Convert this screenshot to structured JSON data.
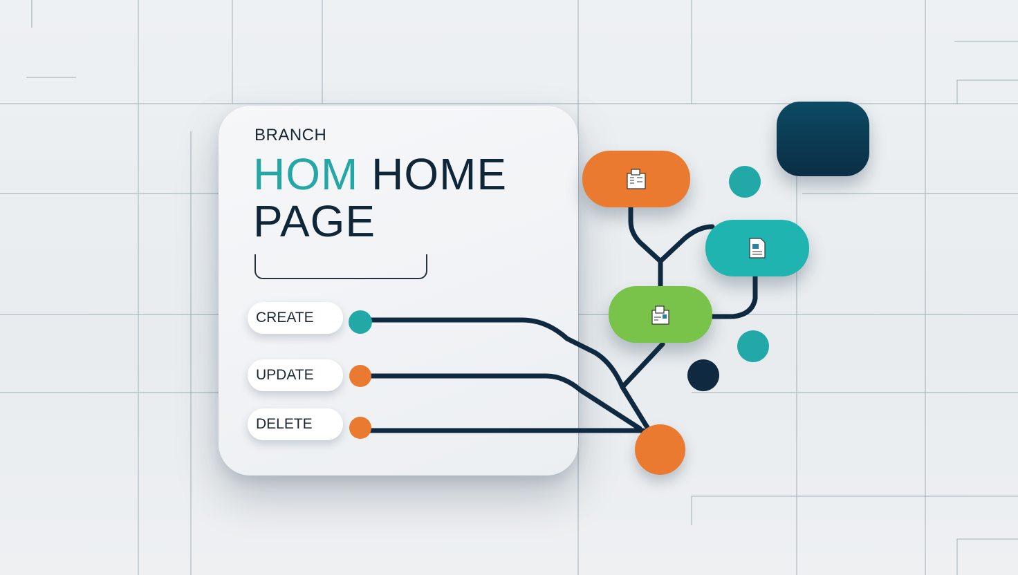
{
  "card": {
    "eyebrow": "BRANCH",
    "title_accent": "HOM",
    "title_rest": " HOME PAGE"
  },
  "actions": [
    {
      "label": "CREATE",
      "dot_color": "#22a8a6"
    },
    {
      "label": "UPDATE",
      "dot_color": "#ea7a2f"
    },
    {
      "label": "DELETE",
      "dot_color": "#ea7a2f"
    }
  ],
  "nodes": [
    {
      "name": "orange",
      "color": "#ea7a2f",
      "icon": "building-icon"
    },
    {
      "name": "teal",
      "color": "#20b4b1",
      "icon": "document-icon"
    },
    {
      "name": "green",
      "color": "#7ac34b",
      "icon": "folder-icon"
    },
    {
      "name": "navy",
      "color": "#0c3b55",
      "icon": ""
    }
  ],
  "colors": {
    "navy": "#0f2a40",
    "teal": "#22a8a6",
    "orange": "#ea7a2f",
    "green": "#7ac34b"
  }
}
